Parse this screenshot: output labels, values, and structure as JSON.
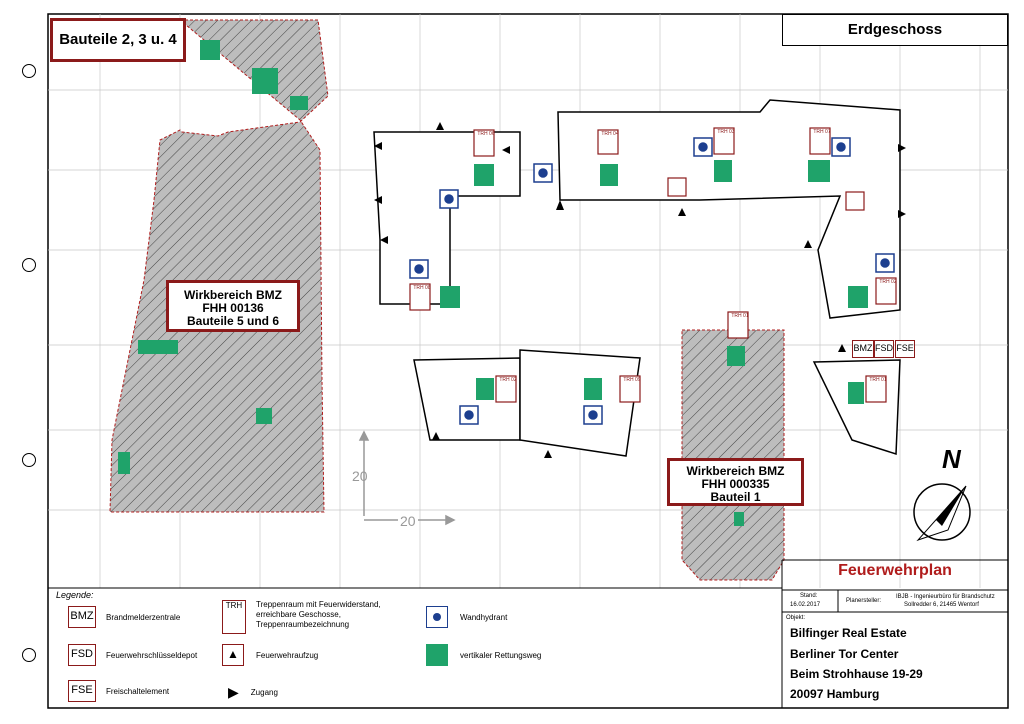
{
  "header": {
    "bauteile_title": "Bauteile 2, 3 u. 4",
    "floor": "Erdgeschoss"
  },
  "zones": {
    "wb1": {
      "line1": "Wirkbereich BMZ",
      "line2": "FHH 00136",
      "line3": "Bauteile 5 und 6"
    },
    "wb2": {
      "line1": "Wirkbereich BMZ",
      "line2": "FHH 000335",
      "line3": "Bauteil 1"
    }
  },
  "dimensions": {
    "v": "20",
    "h": "20"
  },
  "north": "N",
  "legend": {
    "title": "Legende:",
    "items": [
      {
        "symbol": "BMZ",
        "label": "Brandmelderzentrale"
      },
      {
        "symbol": "FSD",
        "label": "Feuerwehrschlüsseldepot"
      },
      {
        "symbol": "FSE",
        "label": "Freischaltelement"
      },
      {
        "symbol": "TRH",
        "label": "Treppenraum mit Feuerwiderstand, erreichbare Geschosse, Treppenraumbezeichnung"
      },
      {
        "symbol": "elevator",
        "label": "Feuerwehraufzug"
      },
      {
        "symbol": "arrow",
        "label": "Zugang"
      },
      {
        "symbol": "hydrant",
        "label": "Wandhydrant"
      },
      {
        "symbol": "green",
        "label": "vertikaler Rettungsweg"
      }
    ]
  },
  "titleblock": {
    "title": "Feuerwehrplan",
    "stand_label": "Stand:",
    "stand_date": "16.02.2017",
    "planersteller_label": "Planersteller:",
    "planer_line1": "IBJB - Ingenieurbüro für Brandschutz",
    "planer_line2": "Sollredder 6, 21465 Wentorf",
    "objekt_label": "Objekt:",
    "objekt": [
      "Bilfinger Real Estate",
      "Berliner Tor Center",
      "Beim Strohhause 19-29",
      "20097 Hamburg"
    ]
  },
  "map_labels": {
    "bmz": "BMZ",
    "fsd": "FSD",
    "fse": "FSE",
    "trh": [
      "TRH 06",
      "TRH 04",
      "TRH 03",
      "TRH 07",
      "TRH 08",
      "TRH 02",
      "TRH 02",
      "TRH 09",
      "TRH 01",
      "TRH 01"
    ]
  },
  "colors": {
    "red": "#8b1a1a",
    "green": "#1fa36a",
    "blue": "#1d3f8f",
    "hatch": "#bdbdbd",
    "title_red": "#b01c1c"
  }
}
